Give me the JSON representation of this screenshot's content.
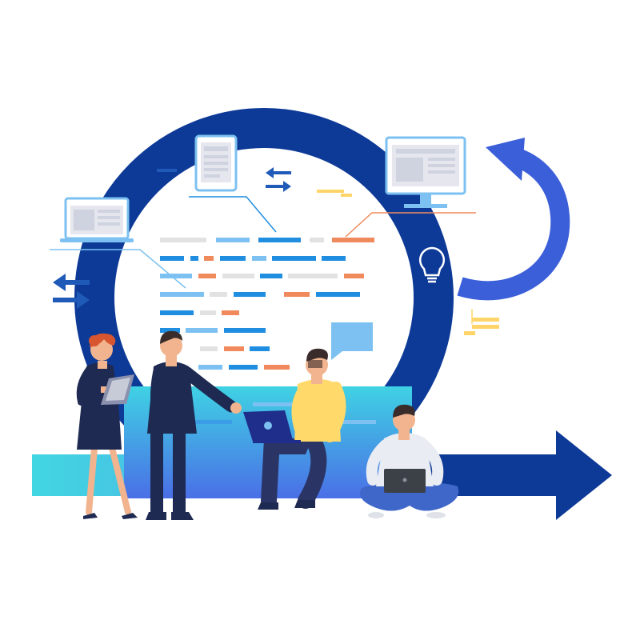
{
  "scene": {
    "title": "",
    "colors": {
      "background": "#ffffff",
      "ring_navy": "#0d3a97",
      "arrow_blue": "#3b5fd9",
      "code_grey": "#e2e2e2",
      "code_light_blue": "#7cc1f1",
      "code_blue": "#1f8de0",
      "code_orange": "#f08a5d",
      "band_cyan": "#3fd4e0",
      "band_blue": "#4d6ee6",
      "screen_fill": "#e6e7ee",
      "accent_yellow": "#ffd56a",
      "skin": "#f1b48e",
      "suit": "#1e2a52",
      "yellow_shirt": "#ffd96a",
      "white_shirt": "#e9ecf3",
      "jeans": "#3f67c9",
      "hair_orange": "#d8562f",
      "hair_dark": "#3a2c2a"
    },
    "icons": [
      "laptop-icon",
      "tablet-icon",
      "desktop-monitor-icon",
      "lightbulb-icon",
      "swap-arrows-icon",
      "refresh-arrow-icon",
      "speech-bubble-icon"
    ],
    "people": [
      "woman-with-tablet",
      "man-in-suit-pointing",
      "man-sitting-with-laptop",
      "man-cross-legged-with-laptop"
    ]
  }
}
